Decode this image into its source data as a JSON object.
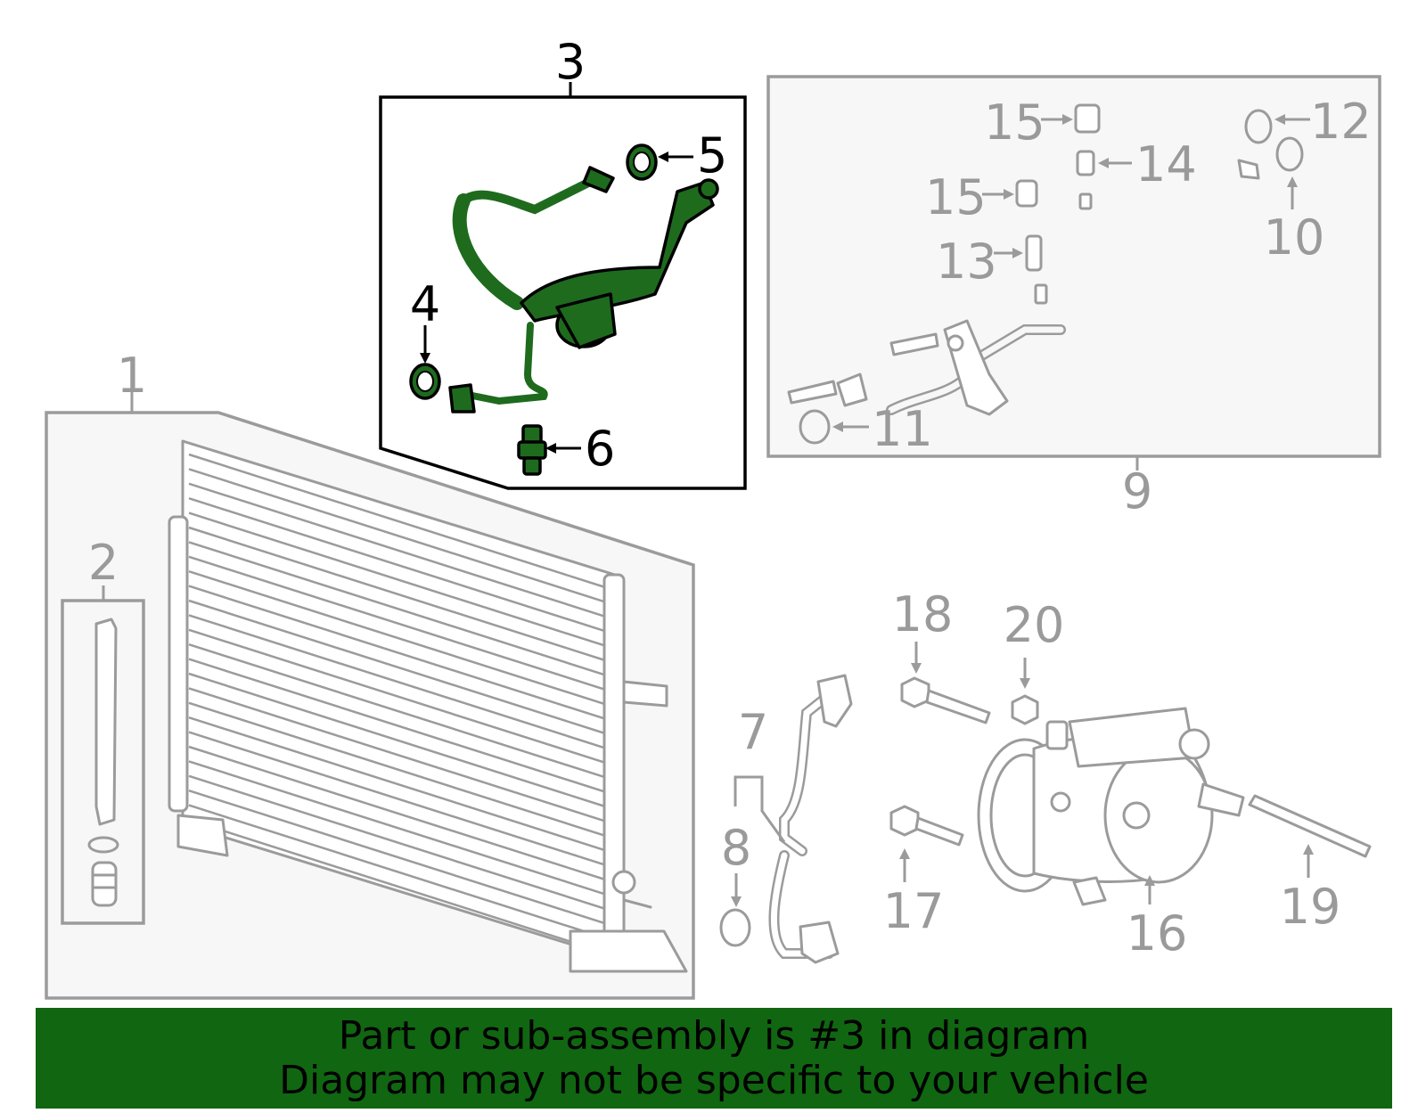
{
  "callouts": {
    "c1": "1",
    "c2": "2",
    "c3": "3",
    "c4": "4",
    "c5": "5",
    "c6": "6",
    "c7": "7",
    "c8": "8",
    "c9": "9",
    "c10": "10",
    "c11": "11",
    "c12": "12",
    "c13": "13",
    "c14": "14",
    "c15a": "15",
    "c15b": "15",
    "c16": "16",
    "c17": "17",
    "c18": "18",
    "c19": "19",
    "c20": "20"
  },
  "banner": {
    "line1": "Part or sub-assembly is #3 in diagram",
    "line2": "Diagram may not be specific to your vehicle"
  },
  "colors": {
    "highlight": "#1e6b1e",
    "banner": "#116611",
    "outline": "#9b9b9b"
  }
}
